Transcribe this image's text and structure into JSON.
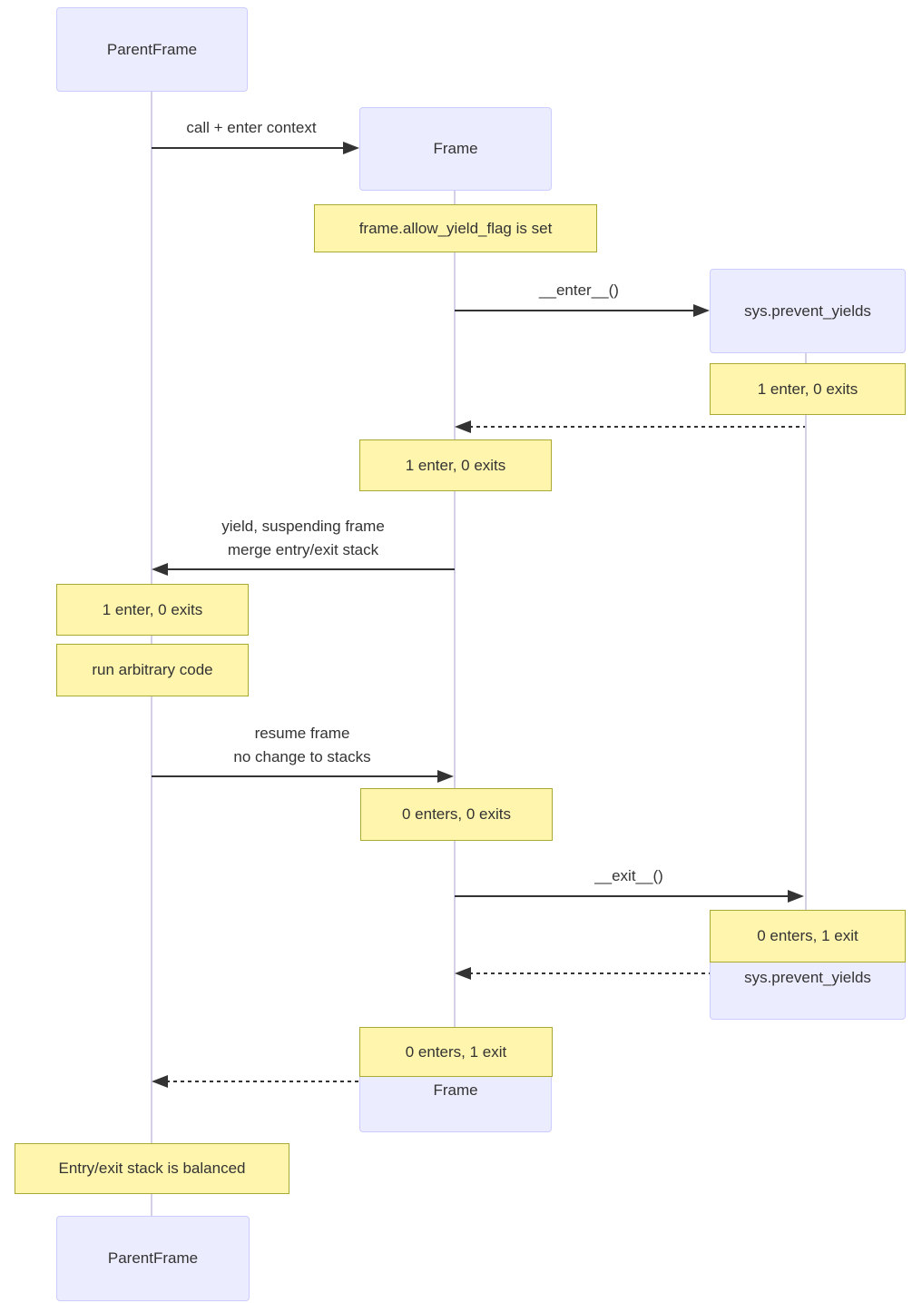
{
  "diagram_type": "sequence-diagram",
  "colors": {
    "background": "#FFFFFF",
    "actor_fill": "#ECECFF",
    "actor_border": "#CCCCFF",
    "note_fill": "#FFF5AD",
    "note_border": "#AAAA33",
    "line": "#333333",
    "lifeline": "#D5CFE8",
    "text": "#333333"
  },
  "actors": [
    {
      "label": "ParentFrame"
    },
    {
      "label": "Frame"
    },
    {
      "label": "sys.prevent_yields"
    }
  ],
  "messages": [
    {
      "from": "ParentFrame",
      "to": "Frame",
      "kind": "solid",
      "label": "call + enter context"
    },
    {
      "from": "Frame",
      "to": "sys.prevent_yields",
      "kind": "solid",
      "label": "__enter__()"
    },
    {
      "from": "sys.prevent_yields",
      "to": "Frame",
      "kind": "dashed-return",
      "label": ""
    },
    {
      "from": "Frame",
      "to": "ParentFrame",
      "kind": "solid",
      "lines": [
        "yield, suspending frame",
        "merge entry/exit stack"
      ]
    },
    {
      "from": "ParentFrame",
      "to": "Frame",
      "kind": "solid",
      "lines": [
        "resume frame",
        "no change to stacks"
      ]
    },
    {
      "from": "Frame",
      "to": "sys.prevent_yields",
      "kind": "solid",
      "label": "__exit__()"
    },
    {
      "from": "sys.prevent_yields",
      "to": "Frame",
      "kind": "dashed-return",
      "label": ""
    },
    {
      "from": "Frame",
      "to": "ParentFrame",
      "kind": "dashed-return",
      "label": ""
    }
  ],
  "notes": [
    {
      "over": "Frame",
      "text": "frame.allow_yield_flag is set"
    },
    {
      "over": "sys.prevent_yields",
      "text": "1 enter, 0 exits"
    },
    {
      "over": "Frame",
      "text": "1 enter, 0 exits"
    },
    {
      "over": "ParentFrame",
      "text": "1 enter, 0 exits"
    },
    {
      "over": "ParentFrame",
      "text": "run arbitrary code"
    },
    {
      "over": "Frame",
      "text": "0 enters, 0 exits"
    },
    {
      "over": "sys.prevent_yields",
      "text": "0 enters, 1 exit"
    },
    {
      "over": "Frame",
      "text": "0 enters, 1 exit"
    },
    {
      "over": "ParentFrame",
      "text": "Entry/exit stack is balanced"
    }
  ]
}
